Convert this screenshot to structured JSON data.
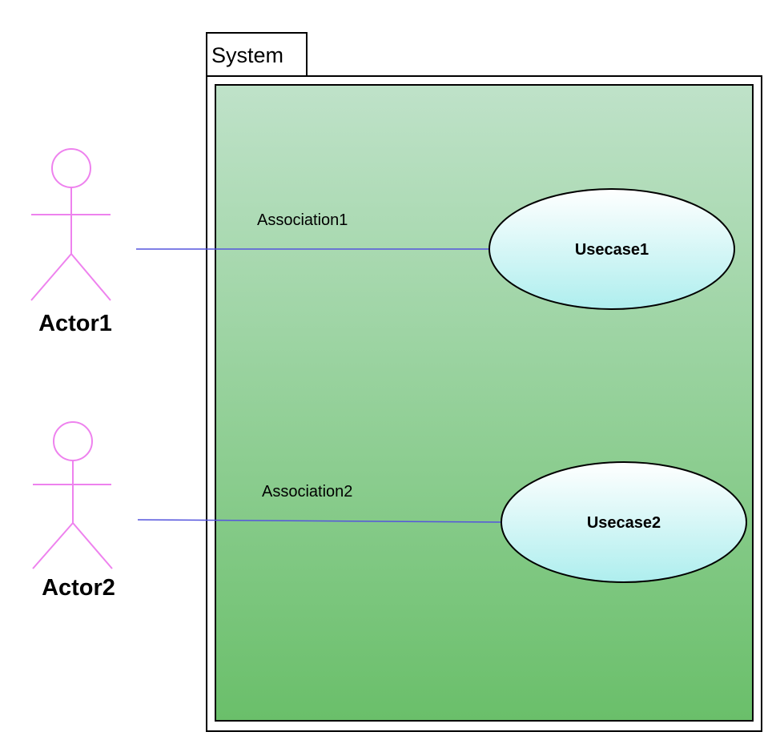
{
  "system": {
    "label": "System"
  },
  "actors": [
    {
      "label": "Actor1"
    },
    {
      "label": "Actor2"
    }
  ],
  "usecases": [
    {
      "label": "Usecase1"
    },
    {
      "label": "Usecase2"
    }
  ],
  "associations": [
    {
      "label": "Association1"
    },
    {
      "label": "Association2"
    }
  ],
  "colors": {
    "system_gradient_top": "#bfe2c9",
    "system_gradient_bottom": "#6abf6a",
    "usecase_gradient_top": "#ffffff",
    "usecase_gradient_bottom": "#aeeeee",
    "actor_stroke": "#ee82ee",
    "association_line": "#5555dd"
  }
}
